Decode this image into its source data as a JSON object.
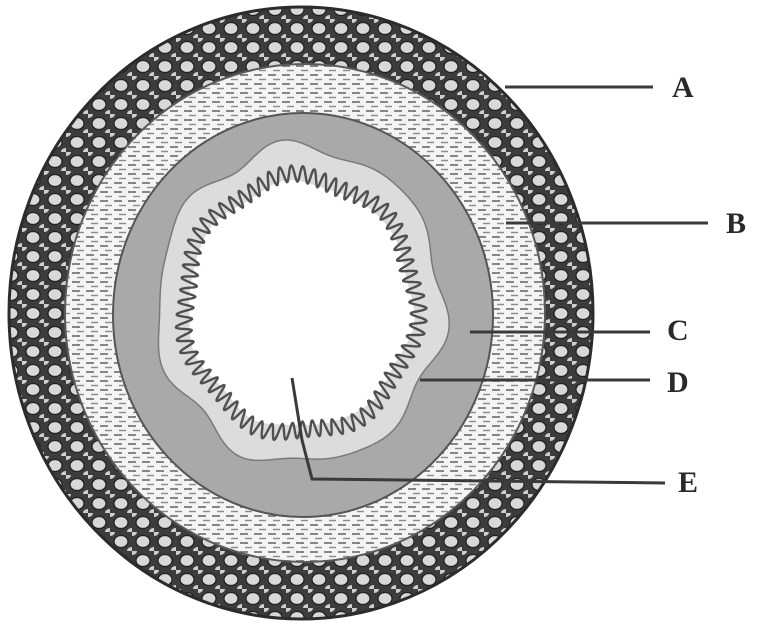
{
  "labels": {
    "a": "A",
    "b": "B",
    "c": "C",
    "d": "D",
    "e": "E"
  },
  "colors": {
    "outer_layer": "#3c3c3c",
    "outer_cells": "#d8d8d8",
    "middle_layer": "#f4f4f4",
    "middle_dashes": "#6a6a6a",
    "inner_ring": "#a9a9a9",
    "lumen_border": "#dcdcdc",
    "lumen": "#ffffff",
    "wavy_lining": "#505050"
  }
}
